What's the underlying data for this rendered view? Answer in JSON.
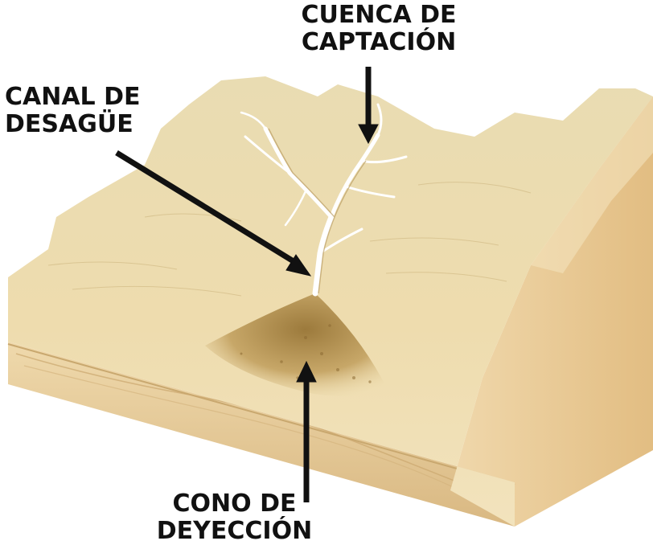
{
  "labels": {
    "cuenca": {
      "line1": "CUENCA DE",
      "line2": "CAPTACIÓN"
    },
    "canal": {
      "line1": "CANAL DE",
      "line2": "DESAGÜE"
    },
    "cono": {
      "line1": "CONO DE",
      "line2": "DEYECCIÓN"
    }
  },
  "colors": {
    "sand_top": "#ead9a6",
    "sand_light": "#f3e7c2",
    "sand_shadow": "#b89a5c",
    "cliff_face": "#e7c68f",
    "front_face": "#e3c99a",
    "channel": "#ffffff",
    "arrow": "#111111"
  }
}
